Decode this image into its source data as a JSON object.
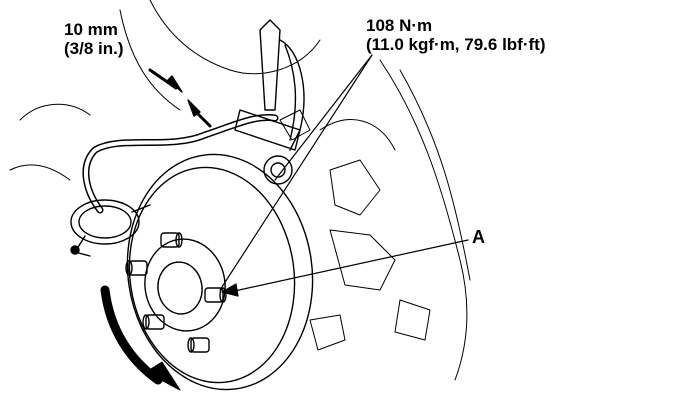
{
  "callouts": {
    "runout_mm": "10 mm",
    "runout_in": "(3/8 in.)",
    "torque_nm": "108 N·m",
    "torque_alt": "(11.0 kgf·m, 79.6 lbf·ft)",
    "part_a": "A"
  },
  "colors": {
    "ink": "#000000",
    "paper": "#ffffff"
  }
}
